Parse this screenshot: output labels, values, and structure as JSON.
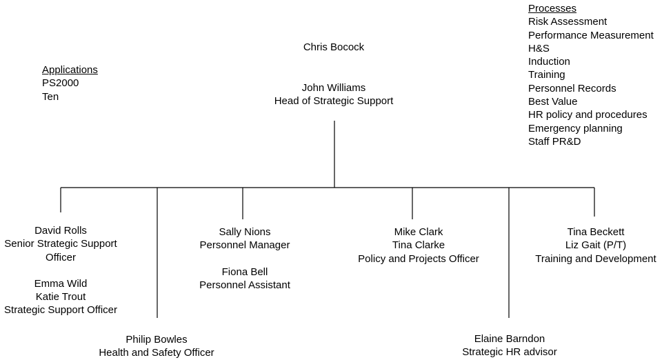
{
  "top_person": "Chris Bocock",
  "head": {
    "name": "John Williams",
    "title": "Head of Strategic Support"
  },
  "applications": {
    "heading": "Applications",
    "items": [
      "PS2000",
      "Ten"
    ]
  },
  "processes": {
    "heading": "Processes",
    "items": [
      "Risk Assessment",
      "Performance Measurement",
      "H&S",
      "Induction",
      "Training",
      "Personnel Records",
      "Best Value",
      "HR policy and procedures",
      "Emergency planning",
      "Staff PR&D"
    ]
  },
  "units": {
    "strategic_support": {
      "name": "David Rolls",
      "title_line1": "Senior Strategic Support",
      "title_line2": "Officer",
      "staff1": "Emma Wild",
      "staff2": "Katie Trout",
      "staff_title": "Strategic Support Officer"
    },
    "health_safety": {
      "name": "Philip Bowles",
      "title": "Health and Safety Officer"
    },
    "personnel": {
      "name": "Sally Nions",
      "title": "Personnel Manager",
      "assistant_name": "Fiona Bell",
      "assistant_title": "Personnel Assistant"
    },
    "policy_projects": {
      "name1": "Mike Clark",
      "name2": "Tina Clarke",
      "title": "Policy and Projects Officer"
    },
    "hr_advisor": {
      "name": "Elaine Barndon",
      "title": "Strategic HR advisor"
    },
    "training_development": {
      "name1": "Tina Beckett",
      "name2": "Liz Gait (P/T)",
      "title": "Training and Development"
    }
  }
}
